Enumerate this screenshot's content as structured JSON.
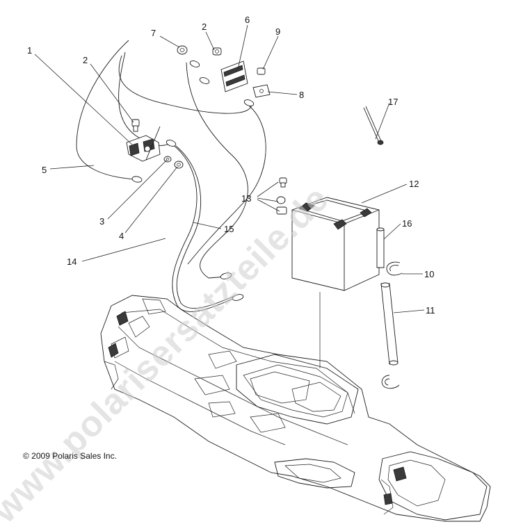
{
  "watermark_text": "www.polarisersatzteile.de",
  "copyright": "© 2009 Polaris Sales Inc.",
  "callouts": [
    {
      "id": "1",
      "label": "1"
    },
    {
      "id": "2a",
      "label": "2"
    },
    {
      "id": "2b",
      "label": "2"
    },
    {
      "id": "3",
      "label": "3"
    },
    {
      "id": "4",
      "label": "4"
    },
    {
      "id": "5",
      "label": "5"
    },
    {
      "id": "6",
      "label": "6"
    },
    {
      "id": "7",
      "label": "7"
    },
    {
      "id": "8",
      "label": "8"
    },
    {
      "id": "9",
      "label": "9"
    },
    {
      "id": "10",
      "label": "10"
    },
    {
      "id": "11",
      "label": "11"
    },
    {
      "id": "12",
      "label": "12"
    },
    {
      "id": "13",
      "label": "13"
    },
    {
      "id": "14",
      "label": "14"
    },
    {
      "id": "15",
      "label": "15"
    },
    {
      "id": "16",
      "label": "16"
    },
    {
      "id": "17",
      "label": "17"
    }
  ]
}
